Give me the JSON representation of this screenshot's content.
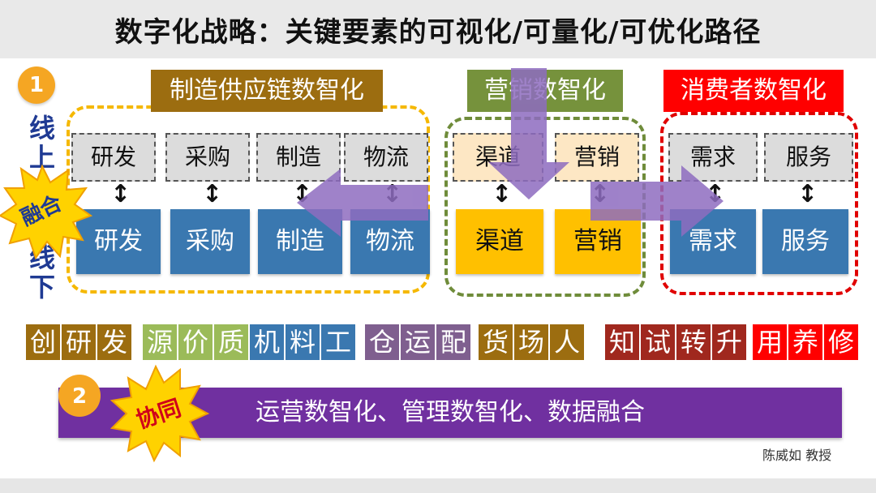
{
  "title": "数字化战略：关键要素的可视化/可量化/可优化路径",
  "section1": {
    "number": "1"
  },
  "section2": {
    "number": "2",
    "burst": "协同",
    "bar": "运营数智化、管理数智化、数据融合"
  },
  "left_vertical": {
    "top": [
      "线",
      "上"
    ],
    "burst": "融合",
    "bottom": [
      "线",
      "下"
    ]
  },
  "groups": [
    {
      "label": "制造供应链数智化",
      "label_color": "#9c6d10",
      "border_color": "#f5b800",
      "online": [
        "研发",
        "采购",
        "制造",
        "物流"
      ],
      "offline": [
        "研发",
        "采购",
        "制造",
        "物流"
      ],
      "offline_color": "#3a78b0"
    },
    {
      "label": "营销数智化",
      "label_color": "#76923c",
      "border_color": "#6f8c3a",
      "online": [
        "渠道",
        "营销"
      ],
      "offline": [
        "渠道",
        "营销"
      ],
      "offline_color": "#ffc000"
    },
    {
      "label": "消费者数智化",
      "label_color": "#ff0000",
      "border_color": "#e00000",
      "online": [
        "需求",
        "服务"
      ],
      "offline": [
        "需求",
        "服务"
      ],
      "offline_color": "#3a78b0"
    }
  ],
  "tile_groups": [
    {
      "chars": [
        "创",
        "研",
        "发"
      ],
      "color": "#9c6d10"
    },
    {
      "chars": [
        "源",
        "价",
        "质"
      ],
      "color": "#9bbb59"
    },
    {
      "chars": [
        "机",
        "料",
        "工"
      ],
      "color": "#3a78b0"
    },
    {
      "chars": [
        "仓",
        "运",
        "配"
      ],
      "color": "#7f5f8f"
    },
    {
      "chars": [
        "货",
        "场",
        "人"
      ],
      "color": "#9c6d10"
    },
    {
      "chars": [
        "知",
        "试",
        "转",
        "升"
      ],
      "color": "#a0281e"
    },
    {
      "chars": [
        "用",
        "养",
        "修"
      ],
      "color": "#ff0000"
    }
  ],
  "credit": "陈威如 教授",
  "colors": {
    "top_box_bg": "#dcdcdc",
    "top_box_bg_marketing": "#fde7c4",
    "arrow": "#8e6cc0"
  }
}
